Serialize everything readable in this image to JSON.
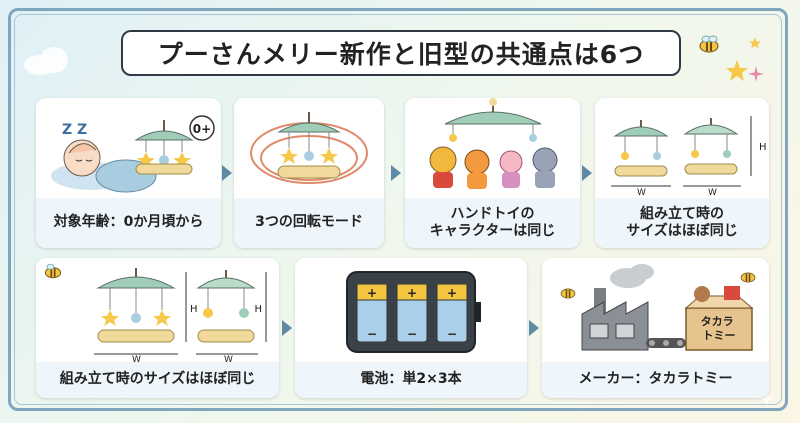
{
  "title": "プーさんメリー新作と旧型の共通点は6つ",
  "cards": [
    {
      "label": "対象年齢：0か月頃から",
      "badge": "0+",
      "sleep": "Z Z"
    },
    {
      "label": "3つの回転モード"
    },
    {
      "label": "ハンドトイの\nキャラクターは同じ"
    },
    {
      "label": "組み立て時の\nサイズはほぼ同じ",
      "h": "H",
      "w1": "W",
      "w2": "W"
    },
    {
      "label": "組み立て時のサイズはほぼ同じ",
      "h1": "H",
      "h2": "H",
      "w1": "W",
      "w2": "W"
    },
    {
      "label": "電池：単2×3本",
      "plus": "+",
      "minus": "−"
    },
    {
      "label": "メーカー：タカラトミー",
      "box_text": "タカラ\nトミー"
    }
  ],
  "colors": {
    "frame": "#7fa6bd",
    "arrow": "#5f8aa3",
    "label_bg": "#eef6fb"
  }
}
